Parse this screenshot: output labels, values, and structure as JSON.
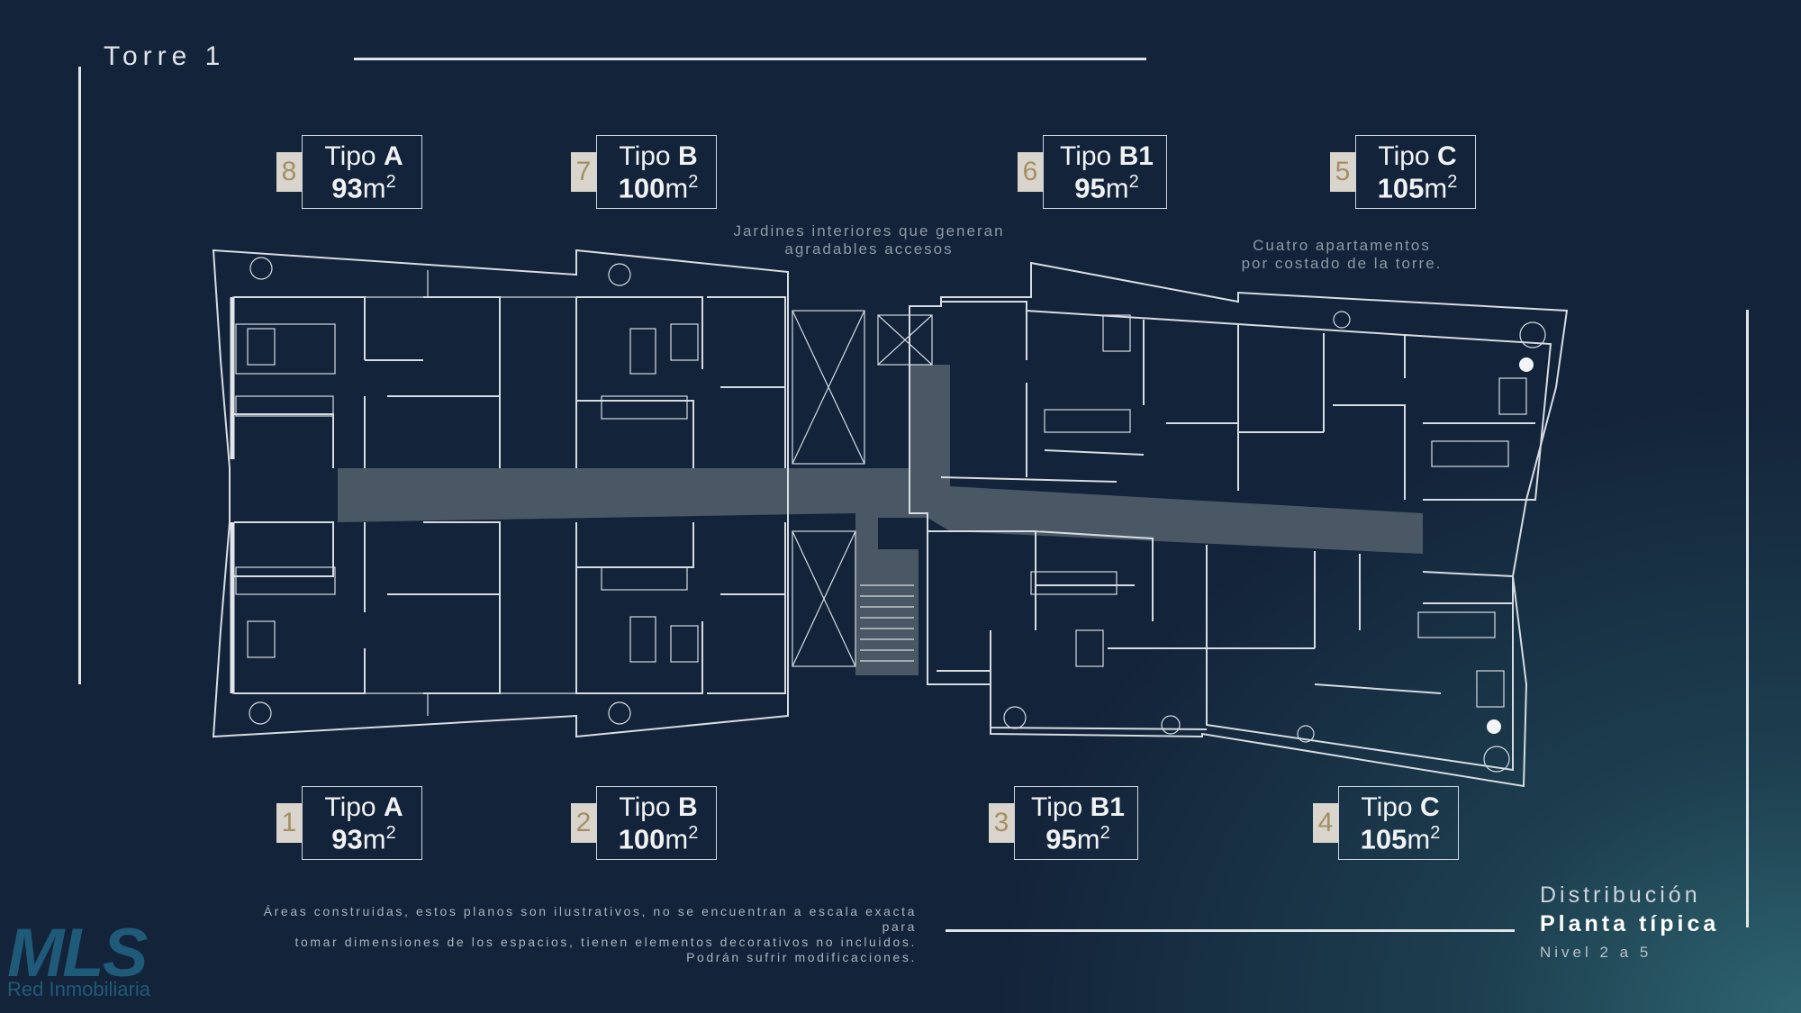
{
  "tower_title": "Torre 1",
  "note_left": [
    "Jardines interiores que generan",
    "agradables accesos"
  ],
  "note_right": [
    "Cuatro apartamentos",
    "por costado de la torre."
  ],
  "units_top": [
    {
      "number": "8",
      "type_prefix": "Tipo",
      "type_letter": "A",
      "area": "93",
      "unit": "m",
      "sup": "2"
    },
    {
      "number": "7",
      "type_prefix": "Tipo",
      "type_letter": "B",
      "area": "100",
      "unit": "m",
      "sup": "2"
    },
    {
      "number": "6",
      "type_prefix": "Tipo",
      "type_letter": "B1",
      "area": "95",
      "unit": "m",
      "sup": "2"
    },
    {
      "number": "5",
      "type_prefix": "Tipo",
      "type_letter": "C",
      "area": "105",
      "unit": "m",
      "sup": "2"
    }
  ],
  "units_bottom": [
    {
      "number": "1",
      "type_prefix": "Tipo",
      "type_letter": "A",
      "area": "93",
      "unit": "m",
      "sup": "2"
    },
    {
      "number": "2",
      "type_prefix": "Tipo",
      "type_letter": "B",
      "area": "100",
      "unit": "m",
      "sup": "2"
    },
    {
      "number": "3",
      "type_prefix": "Tipo",
      "type_letter": "B1",
      "area": "95",
      "unit": "m",
      "sup": "2"
    },
    {
      "number": "4",
      "type_prefix": "Tipo",
      "type_letter": "C",
      "area": "105",
      "unit": "m",
      "sup": "2"
    }
  ],
  "disclaimer": [
    "Áreas construidas, estos planos son ilustrativos, no se encuentran a escala exacta para",
    "tomar dimensiones de los espacios, tienen elementos decorativos no incluidos.",
    "Podrán sufrir modificaciones."
  ],
  "distribution": {
    "line1": "Distribución",
    "line2": "Planta típica",
    "line3": "Nivel 2 a 5"
  },
  "logo": {
    "text": "MLS",
    "sub": "Red Inmobiliaria"
  },
  "colors": {
    "background": "#13233a",
    "accent_gold": "#a58e64",
    "corridor": "#4a5865"
  }
}
